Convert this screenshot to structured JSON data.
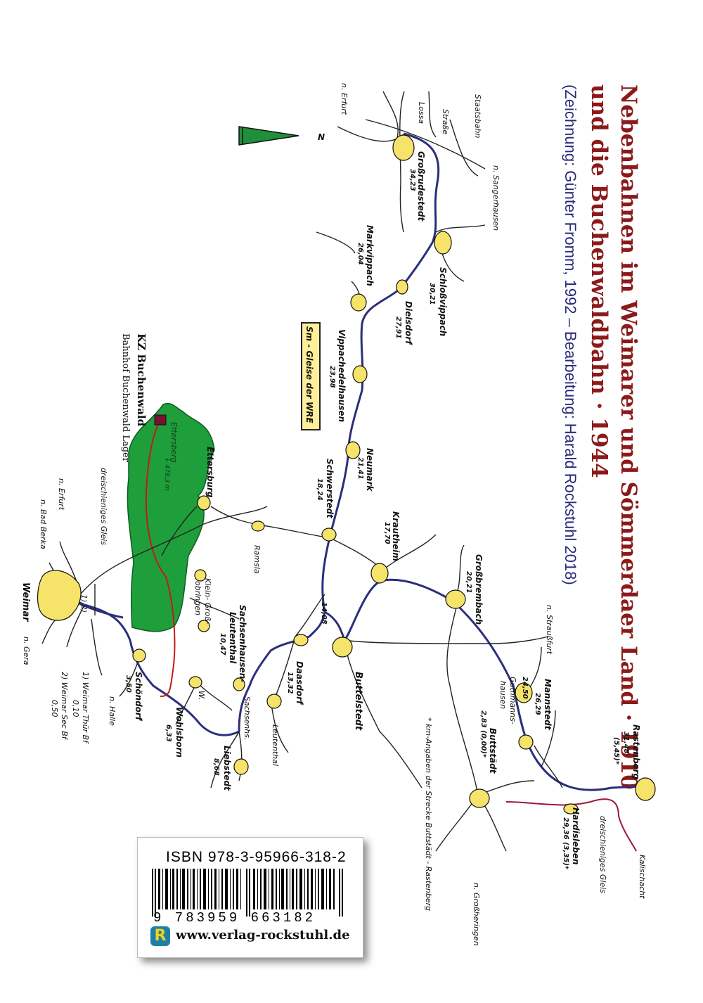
{
  "title_line1": "Nebenbahnen im Weimarer und Sömmerdaer Land  · 1910",
  "title_line2": "und die Buchenwaldbahn · 1944",
  "credit": "(Zeichnung: Günter Fromm, 1992 – Bearbeitung: Harald Rockstuhl 2018)",
  "north": "N",
  "wre_note": "Sm - Gleise der WRE",
  "kz_title": "KZ Buchenwald",
  "kz_sub": "Bahnhof Buchenwald Lager",
  "km_note": "* km-Angaben der Strecke Buttstädt - Rastenberg",
  "legend_1": "1)  Weimar Thür Bf",
  "legend_1_km": "0,10",
  "legend_2": "2)  Weimar Sec Bf",
  "legend_2_km": "0,50",
  "isbn": "ISBN  978-3-95966-318-2",
  "barcode_digits": "9 783959 663182",
  "website": "www.verlag-rockstuhl.de",
  "logo_letter": "R",
  "colors": {
    "title": "#8b1a1a",
    "credit": "#2a2a7a",
    "railway": "#2b2f7a",
    "buchenwald_line": "#c41a1a",
    "forest": "#1f9e3c",
    "station": "#f5e36a"
  },
  "labels": {
    "erfurt_top": "n. Erfurt",
    "staatsbahn": "Staatsbahn",
    "strasse": "Straße",
    "lossa": "Lossa",
    "sangerhausen": "n. Sangerhausen",
    "grossrudestedt": "Großrudestedt",
    "grossrudestedt_km": "34,23",
    "markvippach": "Markvippach",
    "markvippach_km": "26,04",
    "schlossvippach": "Schloßvippach",
    "schlossvippach_km": "30,21",
    "dielsdorf": "Dielsdorf",
    "dielsdorf_km": "27,91",
    "vippachedelhausen": "Vippachedelhausen",
    "vippachedelhausen_km": "23,98",
    "neumark": "Neumark",
    "neumark_km": "21,41",
    "schwerstedt": "Schwerstedt",
    "schwerstedt_km": "18,24",
    "krautheim": "Krautheim",
    "krautheim_km": "17,70",
    "ettersburg": "Ettersburg",
    "ettersberg": "Ettersberg",
    "ettersberg_height": "+ 478,3 m",
    "ramsla": "Ramsla",
    "grossbrembach": "Großbrembach",
    "grossbrembach_km": "20,21",
    "kleinobringen": "Klein- Groß-",
    "obringen": "obringen",
    "sachsenhausen": "Sachsenhausen-",
    "leutenthal_s": "Leutenthal",
    "sachsenhausen_km": "10,47",
    "km1408": "14,08",
    "daasdorf": "Daasdorf",
    "daasdorf_km": "13,32",
    "buttelstedt": "Buttelstedt",
    "sachsenhs": "Sachsenhs.",
    "leutenthal": "Leutenthal",
    "liebstedt": "Liebstedt",
    "liebstedt_km": "8,68",
    "wohlsborn": "Wohlsborn",
    "wohlsborn_km": "6,33",
    "w": "W.",
    "schondorf": "Schöndorf",
    "schondorf_km": "3,50",
    "halle": "n. Halle",
    "weimar": "Weimar",
    "erfurt_left": "n. Erfurt",
    "badberka": "n. Bad Berka",
    "gera": "n. Gera",
    "dreischienig_left": "dreischieniges Gleis",
    "mannstedt": "Mannstedt",
    "mannstedt_km": "26,29",
    "gutmannshausen": "Guthmanns-",
    "gutmannshausen2": "hausen",
    "gutmannshausen_km": "24,50",
    "buttstadt": "Buttstädt",
    "buttstadt_km": "2,83 (0,00)*",
    "strassfurt": "n. Straußfurt",
    "rastenberg": "Rastenberg",
    "rastenberg_km": "31,48",
    "rastenberg_km2": "(5,45)*",
    "hardisleben": "Hardisleben",
    "hardisleben_km": "29,36 (3,35)*",
    "dreischienig_right": "dreischieniges Gleis",
    "kalischacht": "Kalischacht",
    "grossheringen": "n. Großheringen",
    "one_two": "1)   2)"
  }
}
